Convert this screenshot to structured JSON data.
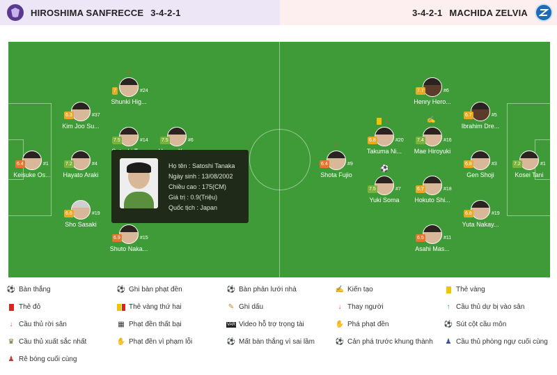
{
  "header": {
    "home_team": "HIROSHIMA SANFRECCE",
    "home_formation": "3-4-2-1",
    "away_team": "MACHIDA ZELVIA",
    "away_formation": "3-4-2-1",
    "home_color": "#ece6f7",
    "away_color": "#fdeff0"
  },
  "players": {
    "h1": {
      "name": "Keisuke Os...",
      "number": "#1",
      "rating": "6.4"
    },
    "h2": {
      "name": "Kim Joo Su...",
      "number": "#37",
      "rating": "6.3"
    },
    "h3": {
      "name": "Hayato Araki",
      "number": "#4",
      "rating": "7.2"
    },
    "h4": {
      "name": "Sho Sasaki",
      "number": "#19",
      "rating": "6.6"
    },
    "h5": {
      "name": "Shunki Hig...",
      "number": "#24",
      "rating": "7"
    },
    "h6": {
      "name": "Satoshi Ta...",
      "number": "#14",
      "rating": "7.5"
    },
    "h7": {
      "name": "Hayao Kaw...",
      "number": "#6",
      "rating": "7.5"
    },
    "h8": {
      "name": "Shuto Naka...",
      "number": "#15",
      "rating": "6.9"
    },
    "a1": {
      "name": "Henry Hero...",
      "number": "#6",
      "rating": "7.7"
    },
    "a2": {
      "name": "Ibrahim Dre...",
      "number": "#5",
      "rating": "6.7"
    },
    "a3": {
      "name": "Takuma Ni...",
      "number": "#20",
      "rating": "6.8"
    },
    "a4": {
      "name": "Mae Hiroyuki",
      "number": "#16",
      "rating": "7.4"
    },
    "a5": {
      "name": "Shota Fujio",
      "number": "#9",
      "rating": "6.4"
    },
    "a6": {
      "name": "Gen Shoji",
      "number": "#3",
      "rating": "6.8"
    },
    "a7": {
      "name": "Kosei Tani",
      "number": "#1",
      "rating": "7.2"
    },
    "a8": {
      "name": "Yuki Soma",
      "number": "#7",
      "rating": "7.5"
    },
    "a9": {
      "name": "Hokuto Shi...",
      "number": "#18",
      "rating": "6.7"
    },
    "a10": {
      "name": "Yuta Nakay...",
      "number": "#19",
      "rating": "6.8"
    },
    "a11": {
      "name": "Asahi Mas...",
      "number": "#11",
      "rating": "6.5"
    }
  },
  "tooltip": {
    "name": "Họ tên : Satoshi Tanaka",
    "dob": "Ngày sinh : 13/08/2002",
    "height": "Chiều cao : 175(CM)",
    "value": "Giá trị : 0.9(Triệu)",
    "nationality": "Quốc tịch : Japan"
  },
  "legend": {
    "goal": "Bàn thắng",
    "penalty_goal": "Ghi bàn phạt đền",
    "own_goal": "Bàn phản lưới nhà",
    "assist": "Kiến tạo",
    "yellow_card": "Thẻ vàng",
    "red_card": "Thẻ đỏ",
    "second_yellow": "Thẻ vàng thứ hai",
    "scored": "Ghi dấu",
    "sub_out": "Thay người",
    "sub_in": "Cầu thủ dự bị vào sân",
    "player_off": "Cầu thủ rời sân",
    "penalty_missed": "Phạt đền thất bại",
    "var": "Video hỗ trợ trọng tài",
    "penalty_saved": "Phá phạt đền",
    "hit_post": "Sút cột cầu môn",
    "man_of_match": "Cầu thủ xuất sắc nhất",
    "penalty_foul": "Phạt đền vì phạm lỗi",
    "error_goal": "Mất bàn thắng vì sai lầm",
    "save_before_shot": "Cản phá trước khung thành",
    "last_defender": "Cầu thủ phòng ngự cuối cùng",
    "last_dribble": "Rê bóng cuối cùng"
  },
  "colors": {
    "pitch": "#3f9b37",
    "rating_yellow": "#e9a923",
    "rating_green": "#7ab23a",
    "rating_orange": "#e8752a"
  }
}
